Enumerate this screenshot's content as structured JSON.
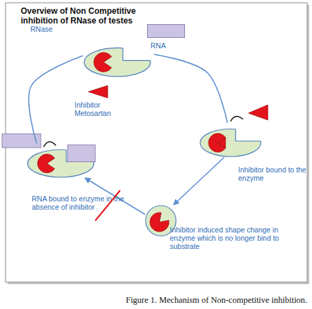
{
  "diagram": {
    "title": "Overview of Non Competitive inhibition of RNase of testes",
    "caption": "Figure 1. Mechanism of Non-competitive inhibition.",
    "nodes": [
      {
        "text": [
          "RNase"
        ]
      },
      {
        "text": [
          "RNA"
        ]
      },
      {
        "text": [
          "Inhibitor Metosartan"
        ]
      },
      {
        "text": [
          "Inhibitor bound to the enzyme"
        ]
      },
      {
        "text": [
          "Inhibitor induced shape change in enzyme which is no longer bind to substrate"
        ]
      },
      {
        "text": [
          "RNA bound to enzyme in the absence of inhibitor"
        ]
      }
    ],
    "edges": [
      {
        "from": 5,
        "to": 0,
        "arrow": "none"
      },
      {
        "from": 0,
        "to": 3,
        "arrow": "none"
      },
      {
        "from": 3,
        "to": 4,
        "arrow": "to"
      },
      {
        "from": 4,
        "to": 5,
        "arrow": "to"
      }
    ]
  }
}
